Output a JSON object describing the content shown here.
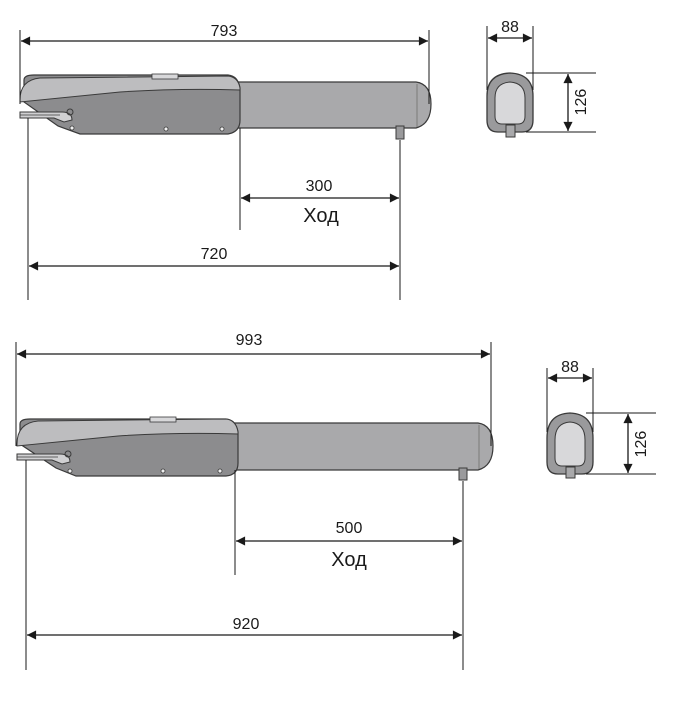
{
  "drawing_top": {
    "overall_length": "793",
    "stroke_value": "300",
    "stroke_label": "Ход",
    "mount_length": "720",
    "profile_width": "88",
    "profile_height": "126"
  },
  "drawing_bottom": {
    "overall_length": "993",
    "stroke_value": "500",
    "stroke_label": "Ход",
    "mount_length": "920",
    "profile_width": "88",
    "profile_height": "126"
  },
  "colors": {
    "body_dark": "#8c8c8e",
    "body_light": "#a9a9ab",
    "lid": "#bdbdbf",
    "outline": "#3a3a3a",
    "line": "#1a1a1a"
  }
}
